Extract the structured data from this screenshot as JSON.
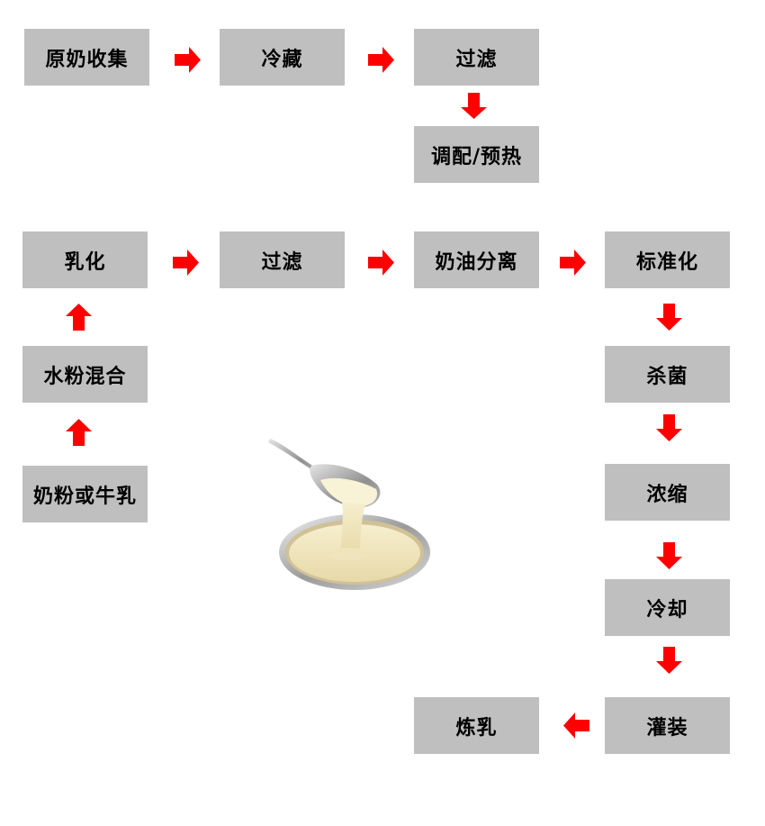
{
  "colors": {
    "box_fill": "#bfbfbf",
    "arrow": "#ff0000",
    "text": "#000000",
    "background": "#ffffff"
  },
  "steps": {
    "raw_milk_collection": "原奶收集",
    "refrigeration": "冷藏",
    "filtration_1": "过滤",
    "blending_preheating": "调配/预热",
    "emulsification": "乳化",
    "filtration_2": "过滤",
    "cream_separation": "奶油分离",
    "standardization": "标准化",
    "water_powder_mixing": "水粉混合",
    "sterilization": "杀菌",
    "milk_powder_or_milk": "奶粉或牛乳",
    "concentration": "浓缩",
    "cooling": "冷却",
    "filling": "灌装",
    "condensed_milk": "炼乳"
  },
  "image": {
    "subject": "condensed-milk-spoon-dish"
  }
}
